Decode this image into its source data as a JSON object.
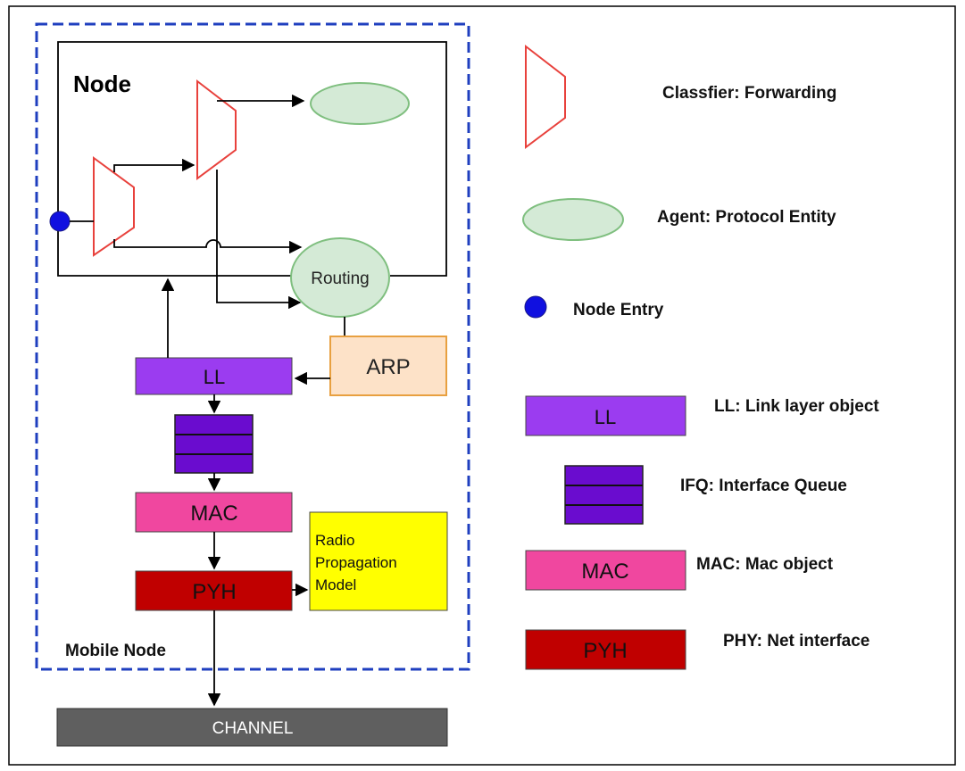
{
  "diagram": {
    "node_title": "Node",
    "mobile_node_label": "Mobile Node",
    "routing_label": "Routing",
    "arp_label": "ARP",
    "ll_label": "LL",
    "mac_label": "MAC",
    "phy_label": "PYH",
    "radio_line1": "Radio",
    "radio_line2": "Propagation",
    "radio_line3": "Model",
    "channel_label": "CHANNEL"
  },
  "legend": {
    "classifier": "Classfier: Forwarding",
    "agent": "Agent: Protocol Entity",
    "node_entry": "Node Entry",
    "ll_box": "LL",
    "ll": "LL: Link layer object",
    "ifq": "IFQ: Interface Queue",
    "mac_box": "MAC",
    "mac": "MAC: Mac object",
    "phy_box": "PYH",
    "phy": "PHY: Net interface"
  },
  "colors": {
    "dashed_border": "#1f3fbf",
    "classifier_stroke": "#e8413c",
    "agent_fill": "#d4ead6",
    "agent_stroke": "#7fbf7f",
    "node_entry": "#1010e0",
    "ll_fill": "#9b3cf0",
    "ifq_fill": "#6a0ccf",
    "mac_fill": "#f0479f",
    "phy_fill": "#c00000",
    "arp_fill": "#fde2c8",
    "arp_stroke": "#e8a040",
    "radio_fill": "#ffff00",
    "channel_fill": "#5f5f5f"
  }
}
